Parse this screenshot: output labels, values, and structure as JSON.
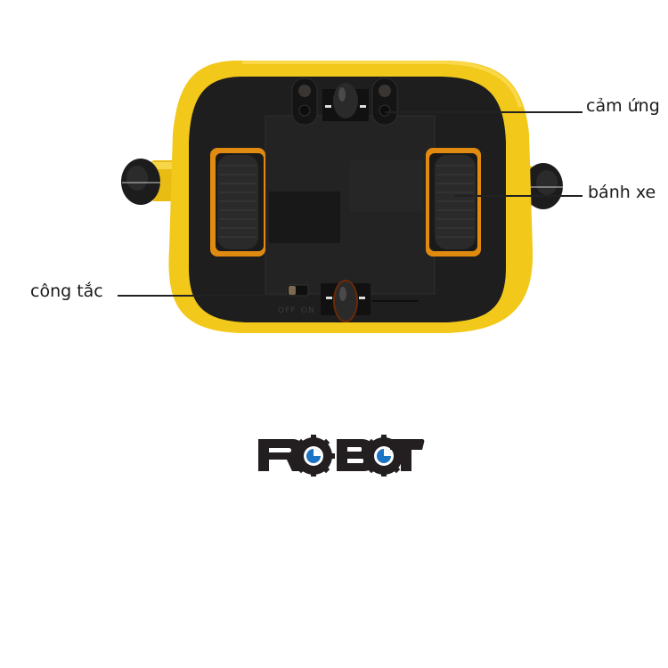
{
  "image": {
    "subject": "yellow toy robot, underside view",
    "background_color": "#ffffff",
    "body_color": "#f2c81a",
    "base_color": "#1e1e1e",
    "wheel_well_color": "#e08a10"
  },
  "annotations": [
    {
      "id": "sensor",
      "label": "cảm ứng",
      "target": "sensor-eye"
    },
    {
      "id": "wheel",
      "label": "bánh xe",
      "target": "right-wheel"
    },
    {
      "id": "switch",
      "label": "công tắc",
      "target": "power-switch"
    }
  ],
  "switch_markings": {
    "off": "OFF",
    "on": "ON"
  },
  "logo": {
    "text": "ROBOT",
    "letters": [
      "R",
      "O",
      "B",
      "O",
      "T"
    ],
    "text_color": "#231f20",
    "eye_color": "#1b74c4"
  }
}
